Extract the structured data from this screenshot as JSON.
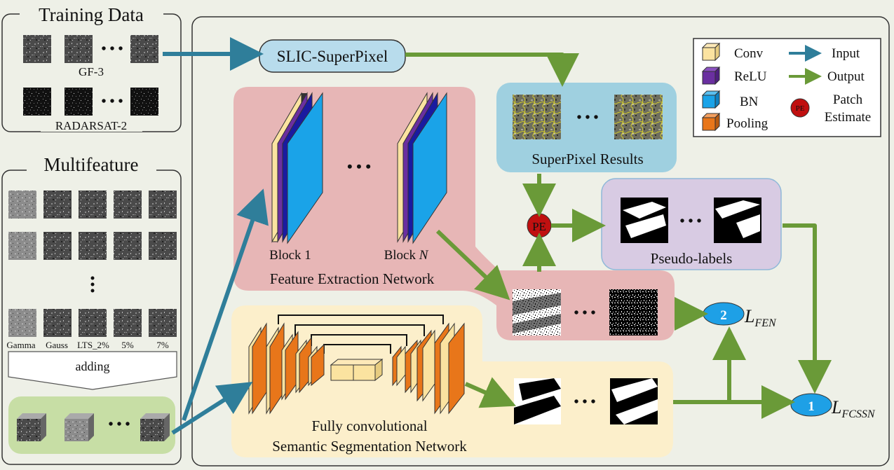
{
  "training": {
    "title": "Training Data",
    "gf3_label": "GF-3",
    "radarsat_label": "RADARSAT-2",
    "ellipsis": "• • •"
  },
  "multifeature": {
    "title": "Multifeature",
    "vdots": ":",
    "feature_labels": [
      "Gamma",
      "Gauss",
      "LTS_2%",
      "5%",
      "7%"
    ],
    "adding_label": "adding"
  },
  "slic": {
    "label": "SLIC-SuperPixel"
  },
  "superpixel": {
    "label": "SuperPixel Results"
  },
  "pe": {
    "label": "PE"
  },
  "pseudo": {
    "label": "Pseudo-labels"
  },
  "fen": {
    "label": "Feature Extraction Network",
    "block1": "Block 1",
    "blockn_prefix": "Block ",
    "blockn_italic": "N",
    "dots": "• • •"
  },
  "fcssn": {
    "label_line1": "Fully convolutional",
    "label_line2": "Semantic Segmentation Network"
  },
  "losses": {
    "fen_num": "2",
    "fen_base": "L",
    "fen_sub": "FEN",
    "fcssn_num": "1",
    "fcssn_base": "L",
    "fcssn_sub": "FCSSN"
  },
  "legend": {
    "conv": "Conv",
    "relu": "ReLU",
    "bn": "BN",
    "pooling": "Pooling",
    "input": "Input",
    "output": "Output",
    "patch_line1": "Patch",
    "patch_line2": "Estimate",
    "pe_badge": "PE"
  },
  "colors": {
    "conv": "#fbe3a0",
    "relu": "#6a2fa0",
    "bn": "#1aa3e8",
    "pooling": "#e8761a",
    "input_arrow": "#2f7e9a",
    "output_arrow": "#6a9a38",
    "pe": "#c01010",
    "loss_circle": "#1ea0e6",
    "fen_panel": "#e7b6b6",
    "fcssn_panel": "#fcefcb",
    "superpixel_panel": "#9fd0e0",
    "pseudo_panel": "#d8cbe3",
    "slic_box": "#b8dcec",
    "cube_panel": "#c7dea5"
  }
}
